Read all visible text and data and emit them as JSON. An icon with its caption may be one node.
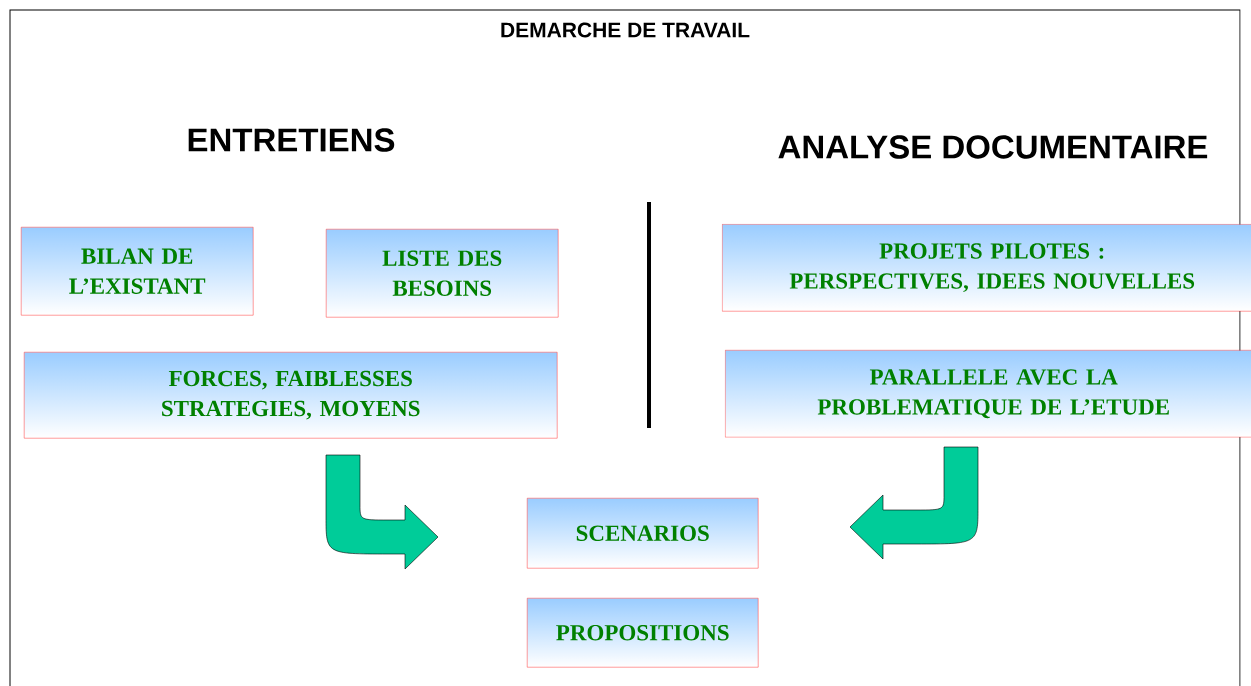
{
  "diagram": {
    "title": "DEMARCHE DE TRAVAIL",
    "nodes": [
      {
        "text": [
          "BILAN DE L’EXISTANT"
        ]
      },
      {
        "text": [
          "LISTE DES BESOINS"
        ]
      },
      {
        "text": [
          "FORCES, FAIBLESSES STRATEGIES, MOYENS"
        ]
      },
      {
        "text": [
          "PROJETS PILOTES : PERSPECTIVES, IDEES NOUVELLES"
        ]
      },
      {
        "text": [
          "PARALLELE AVEC LA PROBLEMATIQUE DE L’ETUDE"
        ]
      },
      {
        "text": [
          "SCENARIOS"
        ]
      },
      {
        "text": [
          "PROPOSITIONS"
        ]
      }
    ],
    "edges": [
      {
        "from": 2,
        "to": 5,
        "arrow": "to"
      },
      {
        "from": 4,
        "to": 5,
        "arrow": "to"
      }
    ],
    "labels": [
      "ENTRETIENS",
      "ANALYSE DOCUMENTAIRE"
    ]
  }
}
